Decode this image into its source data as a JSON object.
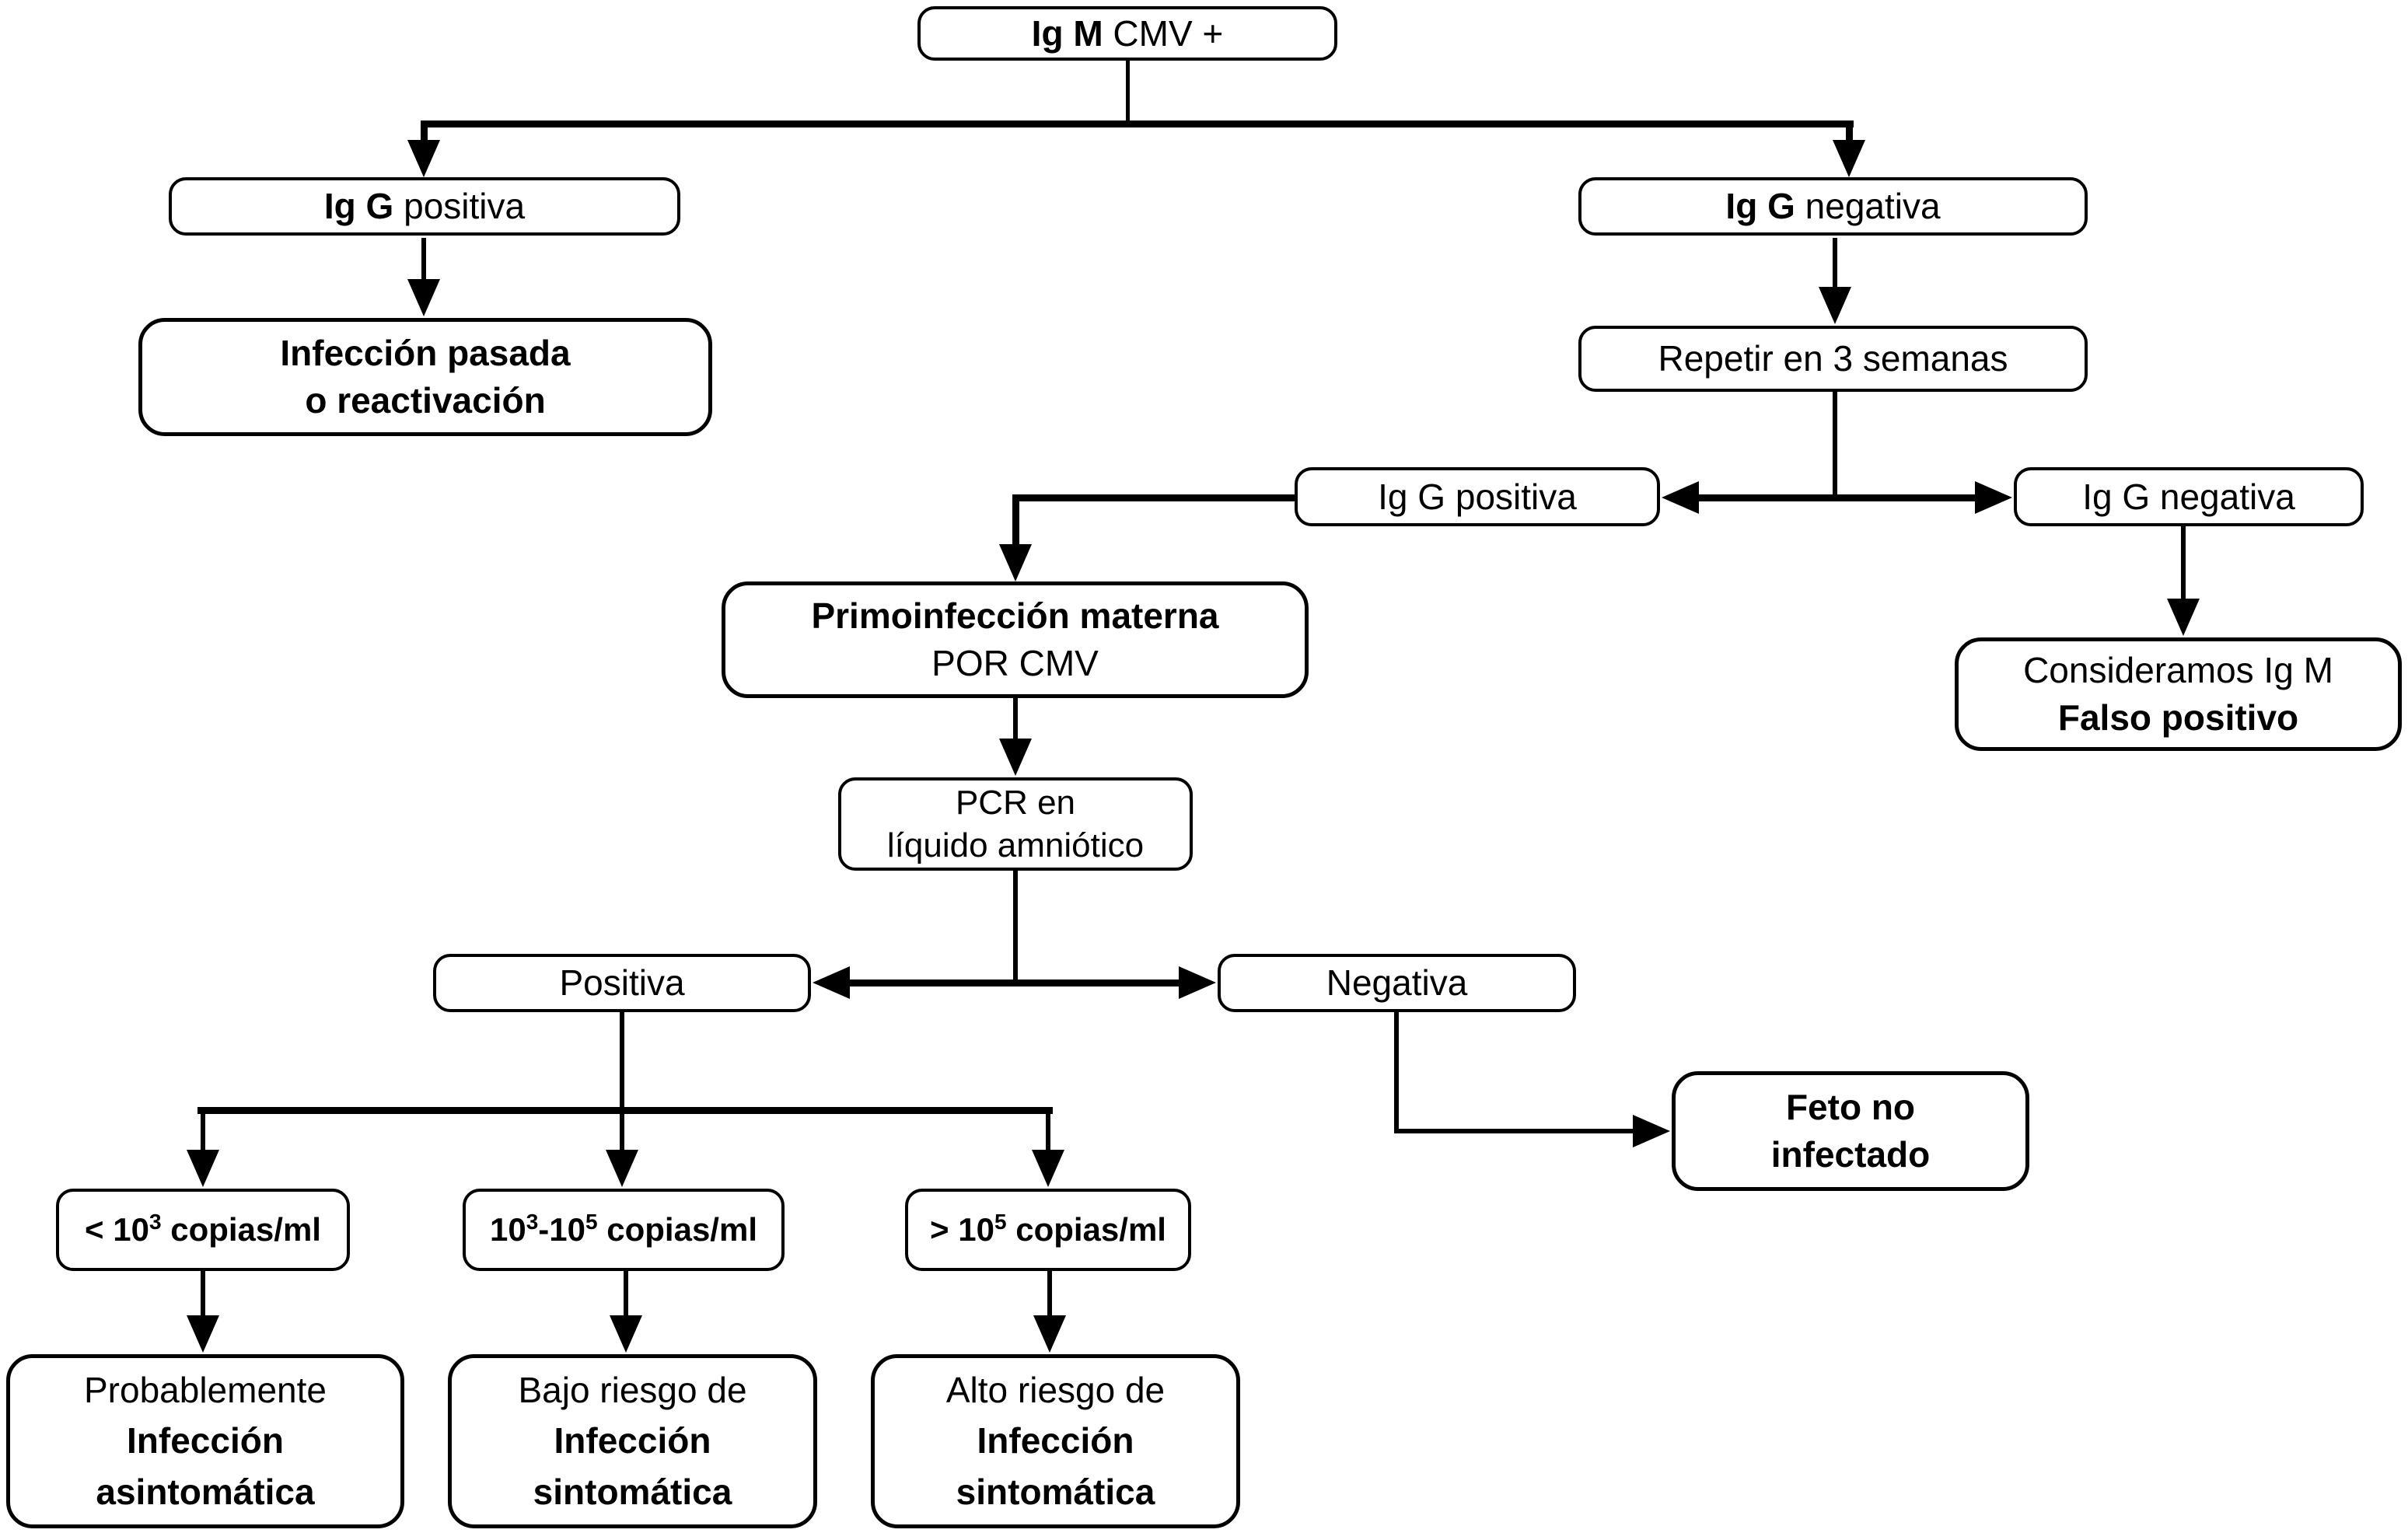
{
  "diagram": {
    "language": "es",
    "topic": "Algoritmo diagnóstico Ig M CMV positivo",
    "colors": {
      "line": "#000000",
      "box_background": "#ffffff",
      "page_background": "#ffffff",
      "text": "#000000"
    },
    "nodes": {
      "igm_cmv": {
        "strong": "Ig M",
        "rest": " CMV +"
      },
      "igg_positiva_1": {
        "strong": "Ig G",
        "rest": " positiva"
      },
      "igg_negativa_1": {
        "strong": "Ig G",
        "rest": " negativa"
      },
      "infeccion_pasada": {
        "line1": "Infección pasada",
        "line2": "o reactivación"
      },
      "repetir": {
        "label": "Repetir en 3 semanas"
      },
      "igg_positiva_2": {
        "label": "Ig G positiva"
      },
      "igg_negativa_2": {
        "label": "Ig G negativa"
      },
      "primoinfeccion": {
        "line1": "Primoinfección materna",
        "line2": "POR CMV"
      },
      "consideramos": {
        "line1": "Consideramos Ig M",
        "line2": "Falso positivo"
      },
      "pcr": {
        "line1": "PCR en",
        "line2": "líquido amniótico"
      },
      "positiva": {
        "label": "Positiva"
      },
      "negativa": {
        "label": "Negativa"
      },
      "feto_no_infectado": {
        "line1": "Feto no",
        "line2": "infectado"
      },
      "copias_baja": {
        "seg1": "< 10",
        "sup1": "3",
        "seg2": " copias/ml"
      },
      "copias_media": {
        "seg1": "10",
        "sup1": "3",
        "seg2": "-10",
        "sup2": "5",
        "seg3": " copias/ml"
      },
      "copias_alta": {
        "seg1": "> 10",
        "sup1": "5",
        "seg2": " copias/ml"
      },
      "prob_asintomatica": {
        "line1": "Probablemente",
        "line2": "Infección",
        "line3": "asintomática"
      },
      "bajo_riesgo": {
        "line1": "Bajo riesgo de",
        "line2": "Infección",
        "line3": "sintomática"
      },
      "alto_riesgo": {
        "line1": "Alto riesgo de",
        "line2": "Infección",
        "line3": "sintomática"
      }
    }
  }
}
